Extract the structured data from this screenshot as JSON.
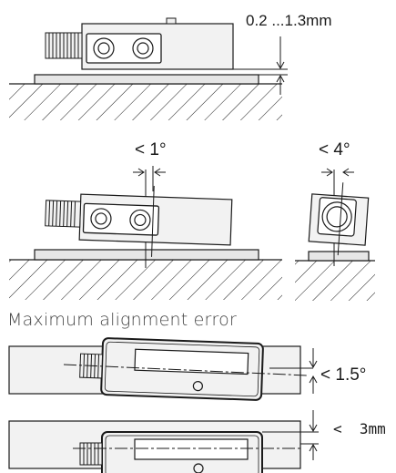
{
  "labels": {
    "gap": "0.2 ...1.3mm",
    "tilt_side": "< 1°",
    "tilt_end": "< 4°",
    "caption": "Maximum alignment error",
    "angle_top": "< 1.5°",
    "offset": "<  3mm"
  },
  "colors": {
    "stroke": "#1a1a1a",
    "fill_light": "#f2f2f2",
    "fill_base": "#e6e6e6"
  }
}
